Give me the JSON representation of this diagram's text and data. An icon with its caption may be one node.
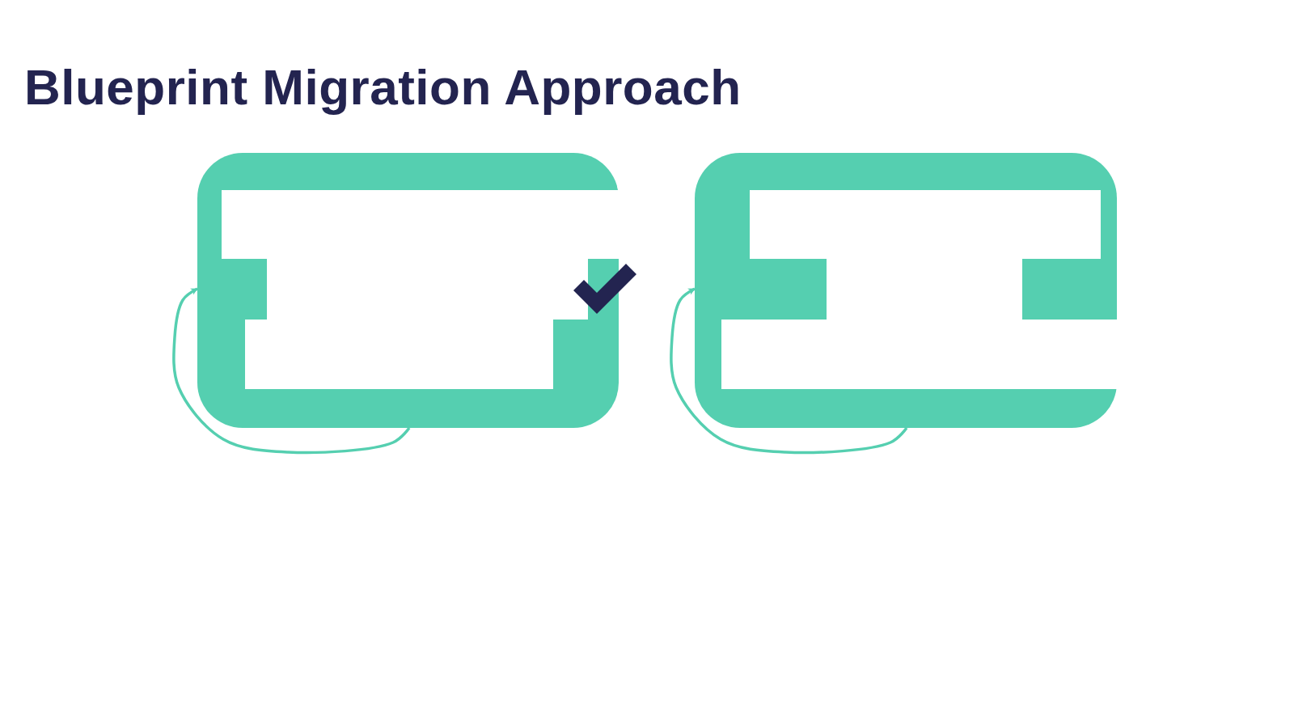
{
  "diagram": {
    "title": "Blueprint Migration Approach",
    "nodes": [
      {
        "text": [],
        "shape": "box"
      },
      {
        "text": [],
        "shape": "box"
      }
    ],
    "edges": [
      {
        "from": 0,
        "to": 0,
        "arrow": "to"
      },
      {
        "from": 1,
        "to": 1,
        "arrow": "to"
      }
    ]
  }
}
